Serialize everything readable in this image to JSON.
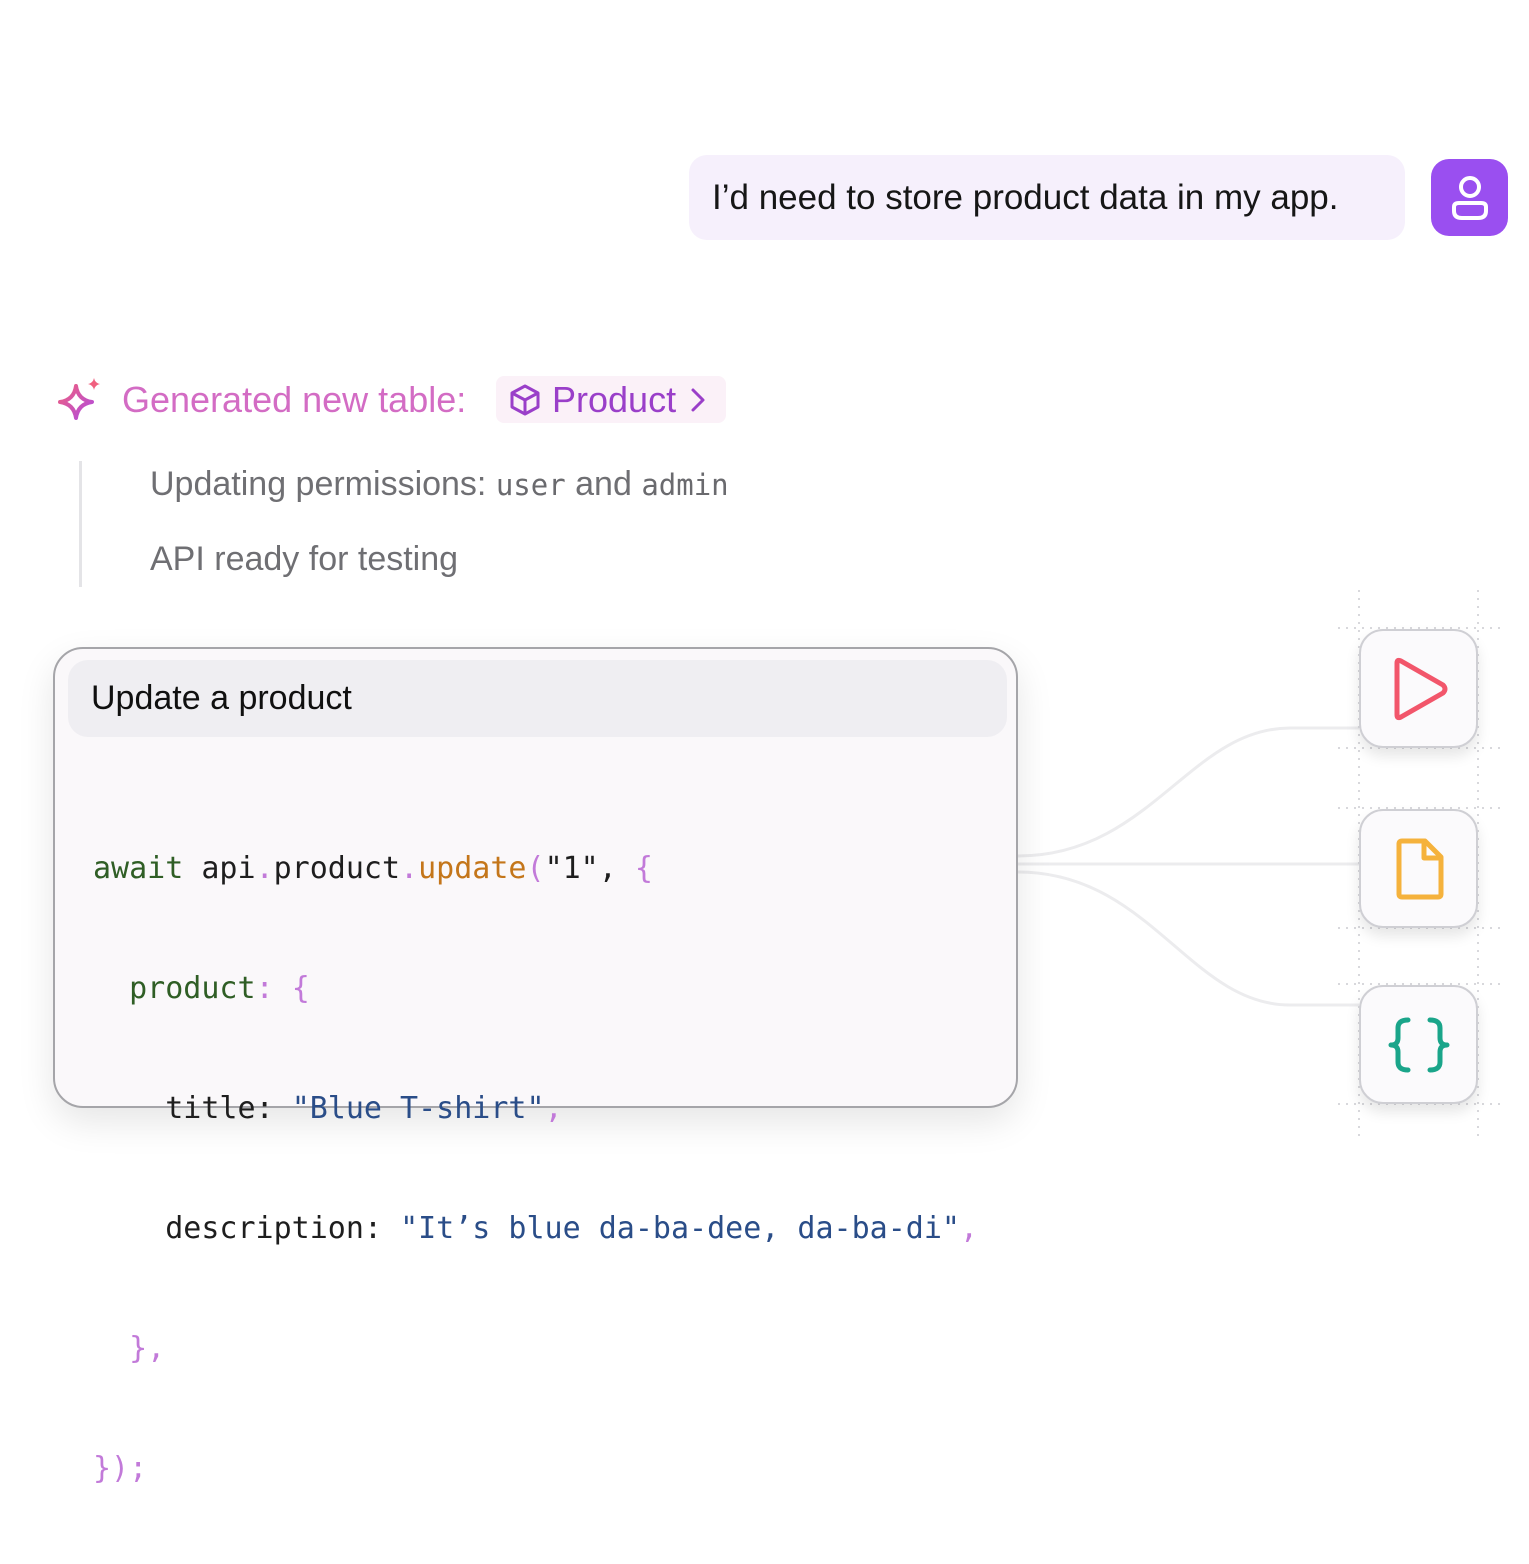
{
  "user_message": {
    "text": "I’d need to store product data in my app."
  },
  "assistant": {
    "generated_label": "Generated new table:",
    "table_chip": {
      "label": "Product"
    },
    "status": {
      "permissions_prefix": "Updating permissions:",
      "role_user": "user",
      "and_word": "and",
      "role_admin": "admin",
      "api_ready": "API ready for testing"
    }
  },
  "code_card": {
    "title": "Update a product",
    "code": {
      "await_kw": "await",
      "api_obj": " api",
      "dot1": ".",
      "product_obj": "product",
      "dot2": ".",
      "update_fn": "update",
      "open_paren": "(",
      "id_arg": "\"1\"",
      "comma1": ", ",
      "open_brace1": "{",
      "indent1": "  ",
      "product_key": "product",
      "colon1": ": ",
      "open_brace2": "{",
      "indent2": "    ",
      "title_key": "title",
      "colon2": ": ",
      "title_val": "\"Blue T-shirt\"",
      "comma2": ",",
      "indent3": "    ",
      "desc_key": "description",
      "colon3": ": ",
      "desc_val": "\"It’s blue da-ba-dee, da-ba-di\"",
      "comma3": ",",
      "indent4": "  ",
      "close_brace2": "},",
      "close_all": "});"
    }
  },
  "tiles": {
    "run": {
      "icon": "play-icon"
    },
    "doc": {
      "icon": "document-icon"
    },
    "json": {
      "icon": "braces-icon"
    }
  },
  "colors": {
    "user_avatar": "#9a4ff0",
    "user_bubble": "#f6f0fc",
    "generated_label": "#d36cc4",
    "chip_text": "#9a3fc9",
    "play_icon": "#f2566b",
    "doc_icon": "#f5b23c",
    "braces_icon": "#1aa58a"
  }
}
